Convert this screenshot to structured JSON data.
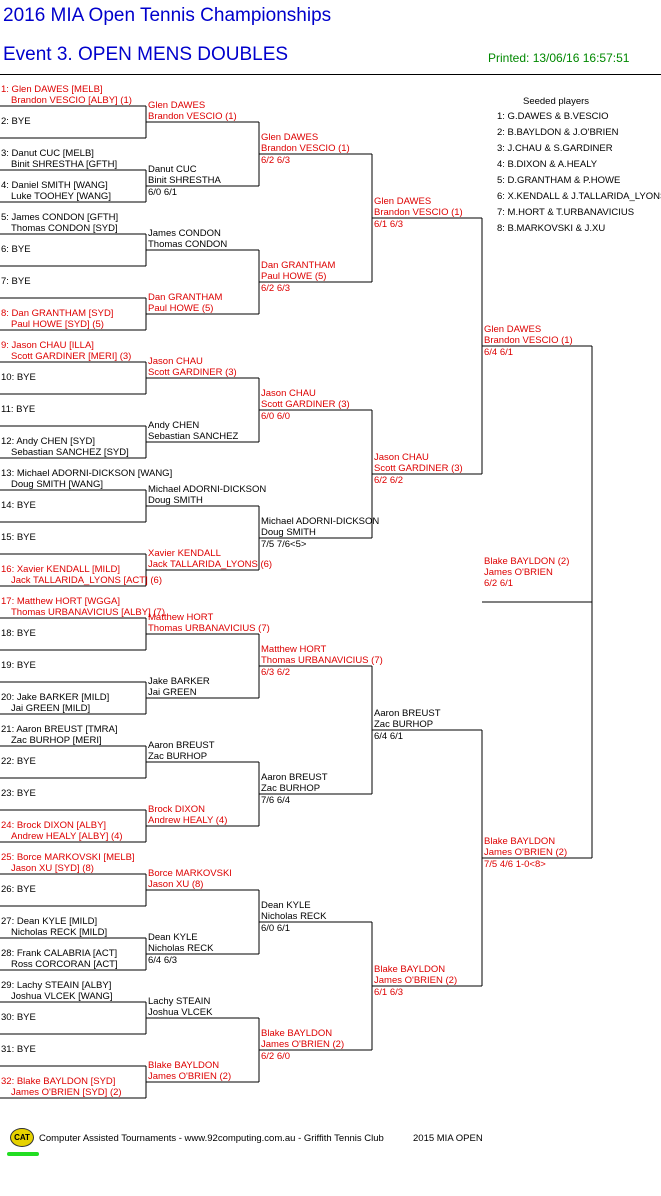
{
  "title": "2016 MIA Open Tennis Championships",
  "event": "Event 3. OPEN MENS DOUBLES",
  "printed": "Printed: 13/06/16 16:57:51",
  "seeds": {
    "title": "Seeded players",
    "items": [
      "1: G.DAWES & B.VESCIO",
      "2: B.BAYLDON & J.O'BRIEN",
      "3: J.CHAU & S.GARDINER",
      "4: B.DIXON & A.HEALY",
      "5: D.GRANTHAM & P.HOWE",
      "6: X.KENDALL & J.TALLARIDA_LYONS",
      "7: M.HORT & T.URBANAVICIUS",
      "8: B.MARKOVSKI & J.XU"
    ]
  },
  "draw": [
    {
      "l1": "1: Glen DAWES [MELB]",
      "l2": "Brandon VESCIO [ALBY] (1)",
      "red": true
    },
    {
      "l1": "2: BYE",
      "l2": "",
      "red": false
    },
    {
      "l1": "3: Danut CUC [MELB]",
      "l2": "Binit SHRESTHA [GFTH]",
      "red": false
    },
    {
      "l1": "4: Daniel SMITH [WANG]",
      "l2": "Luke TOOHEY [WANG]",
      "red": false
    },
    {
      "l1": "5: James CONDON [GFTH]",
      "l2": "Thomas CONDON [SYD]",
      "red": false
    },
    {
      "l1": "6: BYE",
      "l2": "",
      "red": false
    },
    {
      "l1": "7: BYE",
      "l2": "",
      "red": false
    },
    {
      "l1": "8: Dan GRANTHAM [SYD]",
      "l2": "Paul HOWE [SYD] (5)",
      "red": true
    },
    {
      "l1": "9: Jason CHAU [ILLA]",
      "l2": "Scott GARDINER [MERI] (3)",
      "red": true
    },
    {
      "l1": "10: BYE",
      "l2": "",
      "red": false
    },
    {
      "l1": "11: BYE",
      "l2": "",
      "red": false
    },
    {
      "l1": "12: Andy CHEN [SYD]",
      "l2": "Sebastian SANCHEZ [SYD]",
      "red": false
    },
    {
      "l1": "13: Michael ADORNI-DICKSON [WANG]",
      "l2": "Doug SMITH [WANG]",
      "red": false
    },
    {
      "l1": "14: BYE",
      "l2": "",
      "red": false
    },
    {
      "l1": "15: BYE",
      "l2": "",
      "red": false
    },
    {
      "l1": "16: Xavier KENDALL [MILD]",
      "l2": "Jack TALLARIDA_LYONS [ACT] (6)",
      "red": true
    },
    {
      "l1": "17: Matthew HORT [WGGA]",
      "l2": "Thomas URBANAVICIUS [ALBY] (7)",
      "red": true
    },
    {
      "l1": "18: BYE",
      "l2": "",
      "red": false
    },
    {
      "l1": "19: BYE",
      "l2": "",
      "red": false
    },
    {
      "l1": "20: Jake BARKER [MILD]",
      "l2": "Jai GREEN [MILD]",
      "red": false
    },
    {
      "l1": "21: Aaron BREUST [TMRA]",
      "l2": "Zac BURHOP [MERI]",
      "red": false
    },
    {
      "l1": "22: BYE",
      "l2": "",
      "red": false
    },
    {
      "l1": "23: BYE",
      "l2": "",
      "red": false
    },
    {
      "l1": "24: Brock DIXON [ALBY]",
      "l2": "Andrew HEALY [ALBY] (4)",
      "red": true
    },
    {
      "l1": "25: Borce MARKOVSKI [MELB]",
      "l2": "Jason XU [SYD] (8)",
      "red": true
    },
    {
      "l1": "26: BYE",
      "l2": "",
      "red": false
    },
    {
      "l1": "27: Dean KYLE [MILD]",
      "l2": "Nicholas RECK [MILD]",
      "red": false
    },
    {
      "l1": "28: Frank CALABRIA [ACT]",
      "l2": "Ross CORCORAN [ACT]",
      "red": false
    },
    {
      "l1": "29: Lachy STEAIN [ALBY]",
      "l2": "Joshua VLCEK [WANG]",
      "red": false
    },
    {
      "l1": "30: BYE",
      "l2": "",
      "red": false
    },
    {
      "l1": "31: BYE",
      "l2": "",
      "red": false
    },
    {
      "l1": "32: Blake BAYLDON [SYD]",
      "l2": "James O'BRIEN [SYD] (2)",
      "red": true
    }
  ],
  "r2": [
    {
      "l1": "Glen DAWES",
      "l2": "Brandon VESCIO (1)",
      "s": "",
      "red": true
    },
    {
      "l1": "Danut CUC",
      "l2": "Binit SHRESTHA",
      "s": "6/0 6/1",
      "red": false
    },
    {
      "l1": "James CONDON",
      "l2": "Thomas CONDON",
      "s": "",
      "red": false
    },
    {
      "l1": "Dan GRANTHAM",
      "l2": "Paul HOWE (5)",
      "s": "",
      "red": true
    },
    {
      "l1": "Jason CHAU",
      "l2": "Scott GARDINER (3)",
      "s": "",
      "red": true
    },
    {
      "l1": "Andy CHEN",
      "l2": "Sebastian SANCHEZ",
      "s": "",
      "red": false
    },
    {
      "l1": "Michael ADORNI-DICKSON",
      "l2": "Doug SMITH",
      "s": "",
      "red": false
    },
    {
      "l1": "Xavier KENDALL",
      "l2": "Jack TALLARIDA_LYONS (6)",
      "s": "",
      "red": true
    },
    {
      "l1": "Matthew HORT",
      "l2": "Thomas URBANAVICIUS (7)",
      "s": "",
      "red": true
    },
    {
      "l1": "Jake BARKER",
      "l2": "Jai GREEN",
      "s": "",
      "red": false
    },
    {
      "l1": "Aaron BREUST",
      "l2": "Zac BURHOP",
      "s": "",
      "red": false
    },
    {
      "l1": "Brock DIXON",
      "l2": "Andrew HEALY (4)",
      "s": "",
      "red": true
    },
    {
      "l1": "Borce MARKOVSKI",
      "l2": "Jason XU (8)",
      "s": "",
      "red": true
    },
    {
      "l1": "Dean KYLE",
      "l2": "Nicholas RECK",
      "s": "6/4 6/3",
      "red": false
    },
    {
      "l1": "Lachy STEAIN",
      "l2": "Joshua VLCEK",
      "s": "",
      "red": false
    },
    {
      "l1": "Blake BAYLDON",
      "l2": "James O'BRIEN (2)",
      "s": "",
      "red": true
    }
  ],
  "r3": [
    {
      "l1": "Glen DAWES",
      "l2": "Brandon VESCIO (1)",
      "s": "6/2 6/3",
      "red": true
    },
    {
      "l1": "Dan GRANTHAM",
      "l2": "Paul HOWE (5)",
      "s": "6/2 6/3",
      "red": true
    },
    {
      "l1": "Jason CHAU",
      "l2": "Scott GARDINER (3)",
      "s": "6/0 6/0",
      "red": true
    },
    {
      "l1": "Michael ADORNI-DICKSON",
      "l2": "Doug SMITH",
      "s": "7/5 7/6<5>",
      "red": false
    },
    {
      "l1": "Matthew HORT",
      "l2": "Thomas URBANAVICIUS (7)",
      "s": "6/3 6/2",
      "red": true
    },
    {
      "l1": "Aaron BREUST",
      "l2": "Zac BURHOP",
      "s": "7/6 6/4",
      "red": false
    },
    {
      "l1": "Dean KYLE",
      "l2": "Nicholas RECK",
      "s": "6/0 6/1",
      "red": false
    },
    {
      "l1": "Blake BAYLDON",
      "l2": "James O'BRIEN (2)",
      "s": "6/2 6/0",
      "red": true
    }
  ],
  "r4": [
    {
      "l1": "Glen DAWES",
      "l2": "Brandon VESCIO (1)",
      "s": "6/1 6/3",
      "red": true
    },
    {
      "l1": "Jason CHAU",
      "l2": "Scott GARDINER (3)",
      "s": "6/2 6/2",
      "red": true
    },
    {
      "l1": "Aaron BREUST",
      "l2": "Zac BURHOP",
      "s": "6/4 6/1",
      "red": false
    },
    {
      "l1": "Blake BAYLDON",
      "l2": "James O'BRIEN (2)",
      "s": "6/1 6/3",
      "red": true
    }
  ],
  "r5": [
    {
      "l1": "Glen DAWES",
      "l2": "Brandon VESCIO (1)",
      "s": "6/4 6/1",
      "red": true
    },
    {
      "l1": "Blake BAYLDON",
      "l2": "James O'BRIEN (2)",
      "s": "7/5 4/6 1-0<8>",
      "red": true
    }
  ],
  "r6": [
    {
      "l1": "Blake BAYLDON (2)",
      "l2": "James O'BRIEN",
      "s": "6/2 6/1",
      "red": true
    }
  ],
  "footer": {
    "logo": "CAT",
    "text": "Computer Assisted Tournaments - www.92computing.com.au -  Griffith Tennis Club",
    "right": "2015 MIA OPEN"
  }
}
